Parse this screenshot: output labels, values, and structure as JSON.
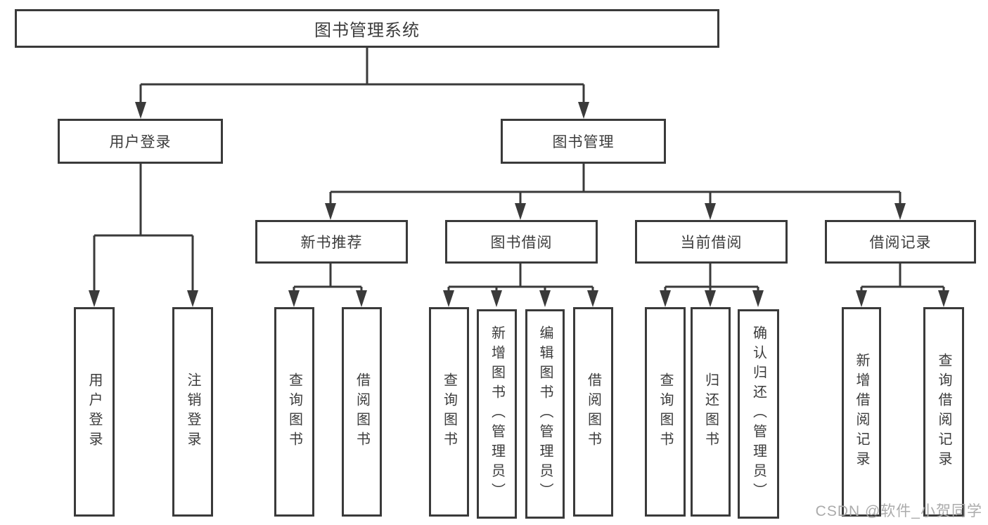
{
  "diagram_title": "图书管理系统",
  "watermark": {
    "text": "CSDN @软件_小贺同学"
  },
  "colors": {
    "line": "#3a3a3a",
    "text": "#3c3c3c",
    "background": "#ffffff",
    "watermark": "#ababab"
  },
  "tree": {
    "label": "图书管理系统",
    "children": [
      {
        "label": "用户登录",
        "children": [
          {
            "label": "用户登录"
          },
          {
            "label": "注销登录"
          }
        ]
      },
      {
        "label": "图书管理",
        "children": [
          {
            "label": "新书推荐",
            "children": [
              {
                "label": "查询图书"
              },
              {
                "label": "借阅图书"
              }
            ]
          },
          {
            "label": "图书借阅",
            "children": [
              {
                "label": "查询图书"
              },
              {
                "label": "新增图书（管理员）"
              },
              {
                "label": "编辑图书（管理员）"
              },
              {
                "label": "借阅图书"
              }
            ]
          },
          {
            "label": "当前借阅",
            "children": [
              {
                "label": "查询图书"
              },
              {
                "label": "归还图书"
              },
              {
                "label": "确认归还（管理员）"
              }
            ]
          },
          {
            "label": "借阅记录",
            "children": [
              {
                "label": "新增借阅记录"
              },
              {
                "label": "查询借阅记录"
              }
            ]
          }
        ]
      }
    ]
  }
}
